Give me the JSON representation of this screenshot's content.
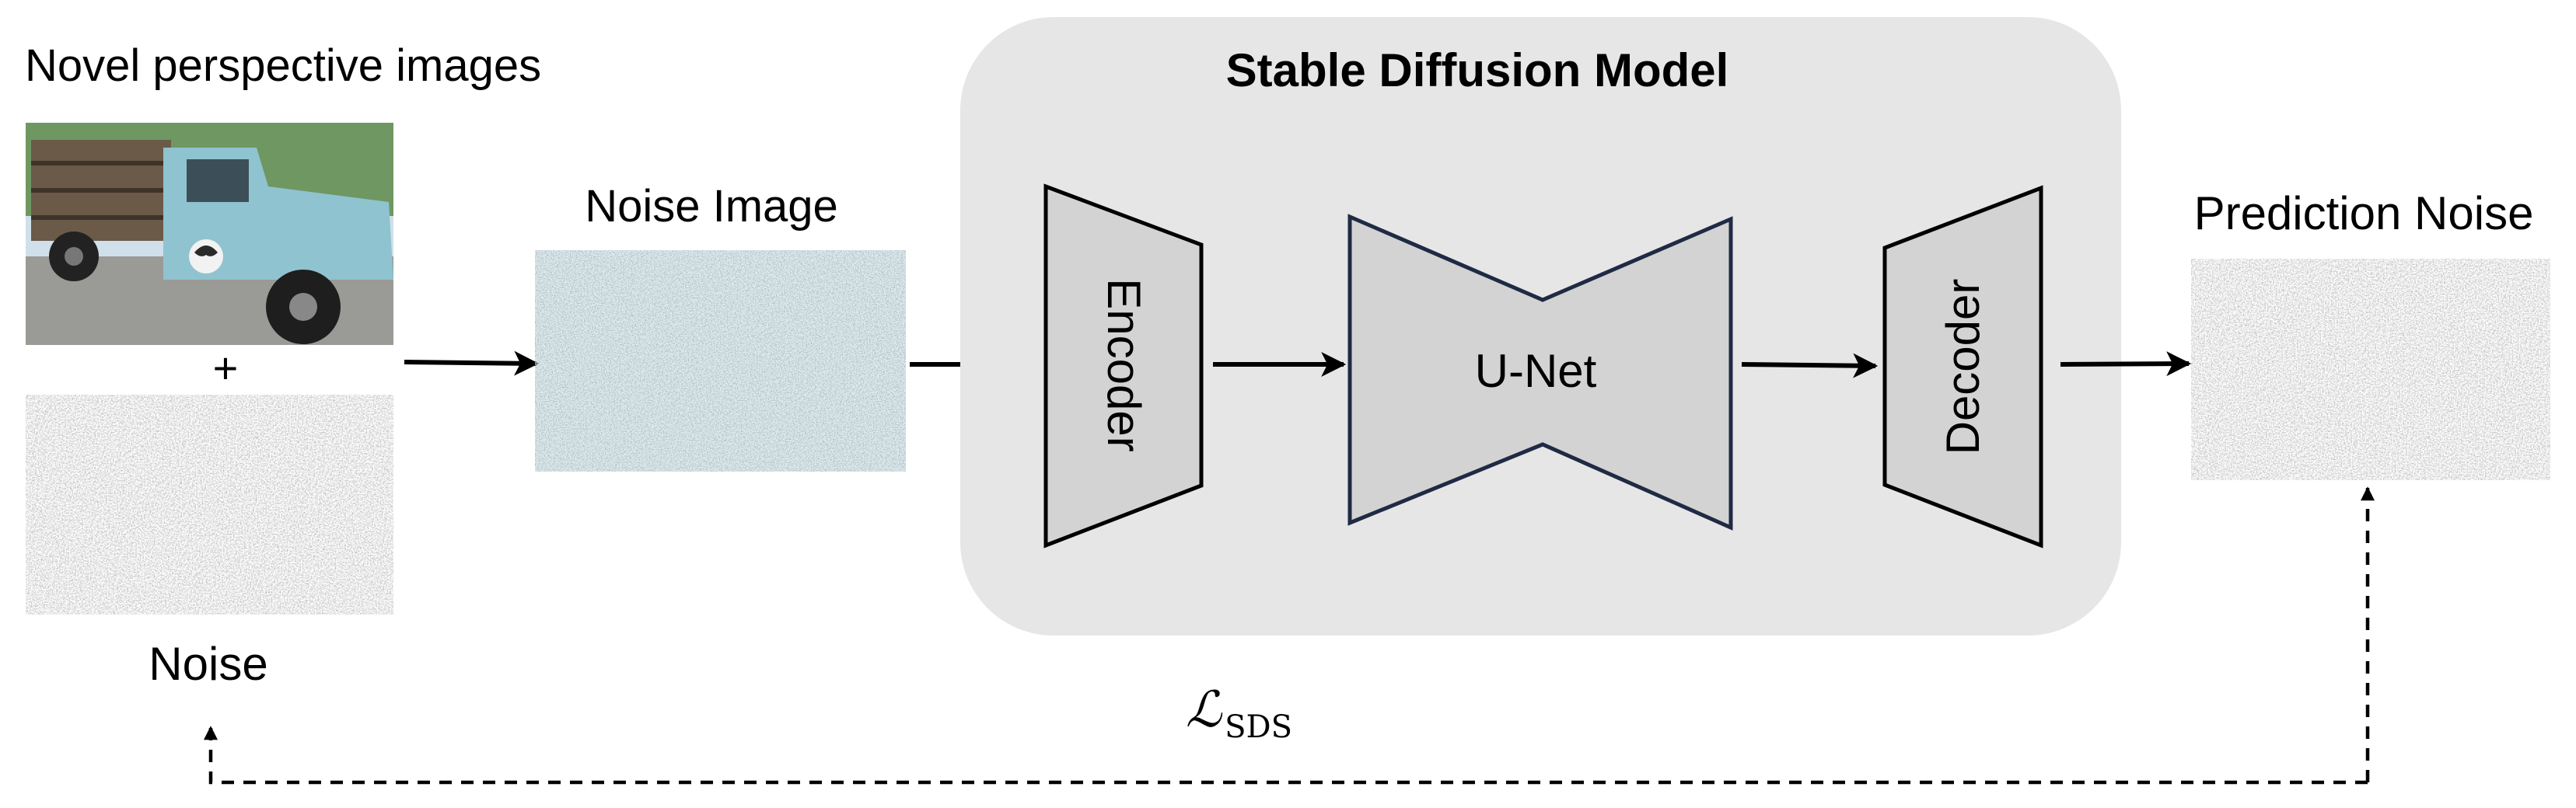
{
  "labels": {
    "novel_images": "Novel perspective images",
    "plus": "+",
    "noise": "Noise",
    "noise_image": "Noise Image",
    "model_title": "Stable Diffusion Model",
    "encoder": "Encoder",
    "unet": "U-Net",
    "decoder": "Decoder",
    "prediction_noise": "Prediction Noise",
    "loss_symbol": "ℒ",
    "loss_subscript": "SDS"
  },
  "colors": {
    "model_box": "#e6e6e6",
    "block_fill": "#d3d3d3",
    "block_stroke": "#000000",
    "unet_stroke": "#1f2a44",
    "truck_body": "#8fc3cf",
    "truck_wood": "#6b5a48",
    "sky": "#cfe0ea",
    "foliage": "#5e8a4a",
    "pavement": "#9a9a96"
  },
  "icons": {
    "truck_photo": "truck-photo",
    "noise_texture": "noise-texture"
  }
}
